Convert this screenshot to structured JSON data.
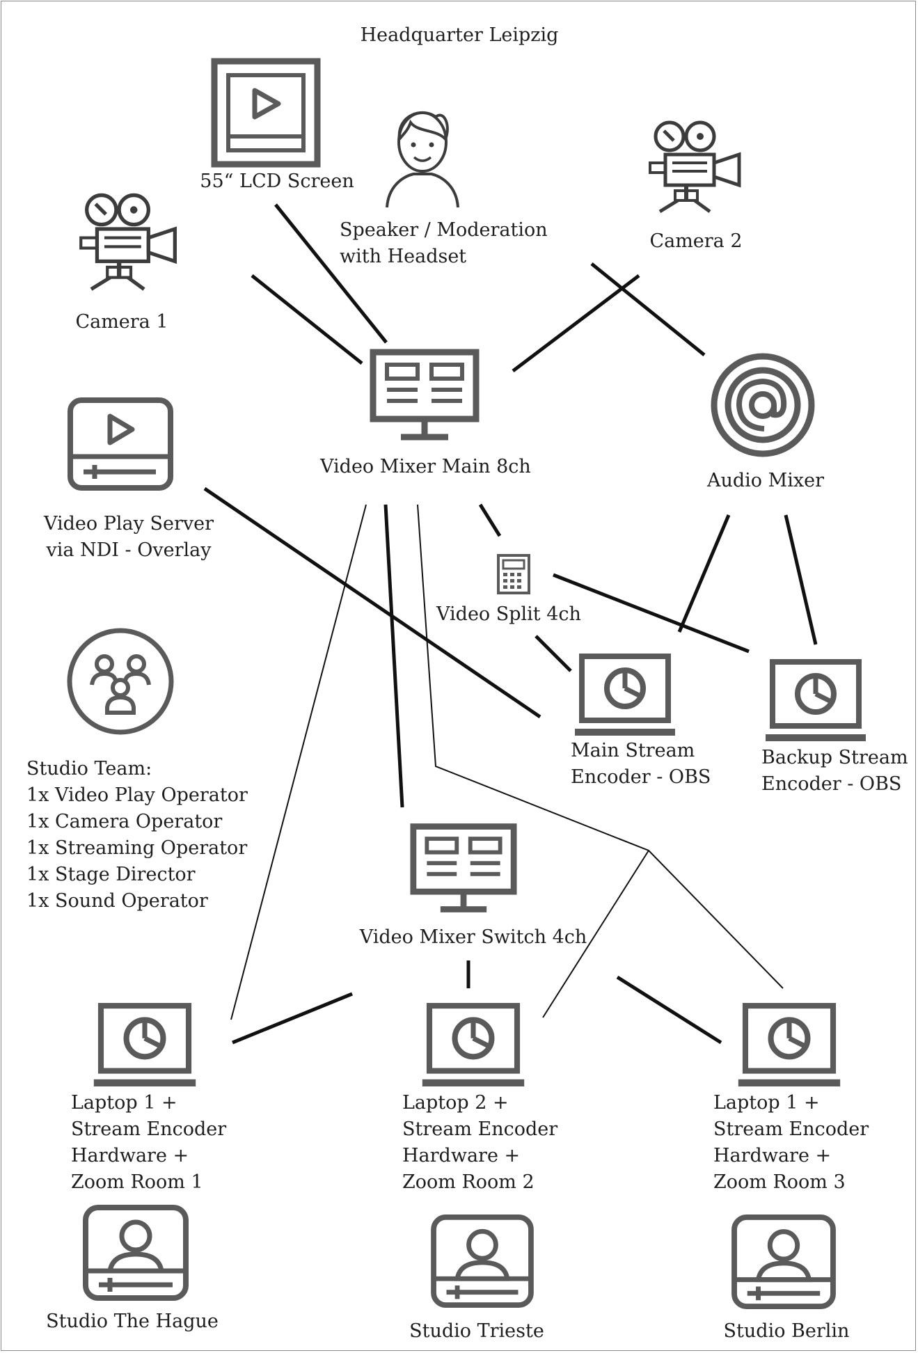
{
  "title": "Headquarter Leipzig",
  "nodes": {
    "lcd_screen": "55“ LCD Screen",
    "speaker": [
      "Speaker / Moderation",
      "with Headset"
    ],
    "camera_2": "Camera 2",
    "camera_1": "Camera 1",
    "video_mixer_main": "Video Mixer Main 8ch",
    "audio_mixer": "Audio Mixer",
    "video_play_server": [
      "Video Play Server",
      "via NDI - Overlay"
    ],
    "video_split": "Video Split 4ch",
    "main_stream_encoder": [
      "Main Stream",
      "Encoder - OBS"
    ],
    "backup_stream_encoder": [
      "Backup Stream",
      "Encoder - OBS"
    ],
    "video_mixer_switch": "Video Mixer Switch 4ch",
    "laptop_1": [
      "Laptop 1 +",
      "Stream Encoder",
      "Hardware +",
      "Zoom Room 1"
    ],
    "laptop_2": [
      "Laptop 2 +",
      "Stream Encoder",
      "Hardware +",
      "Zoom Room 2"
    ],
    "laptop_3": [
      "Laptop 1 +",
      "Stream Encoder",
      "Hardware +",
      "Zoom Room 3"
    ],
    "studio_hague": "Studio The Hague",
    "studio_trieste": "Studio Trieste",
    "studio_berlin": "Studio Berlin"
  },
  "studio_team": {
    "heading": "Studio Team:",
    "members": [
      "1x Video Play Operator",
      "1x Camera Operator",
      "1x Streaming Operator",
      "1x Stage Director",
      "1x Sound Operator"
    ]
  },
  "icons": [
    "video-screen-icon",
    "person-icon",
    "movie-camera-icon",
    "monitor-icon",
    "audio-mixer-icon",
    "media-player-icon",
    "calculator-icon",
    "laptop-chart-icon",
    "team-icon",
    "user-video-icon"
  ],
  "colors": {
    "icon": "#5a5a5a",
    "line": "#111111",
    "text": "#1e1e1e"
  }
}
